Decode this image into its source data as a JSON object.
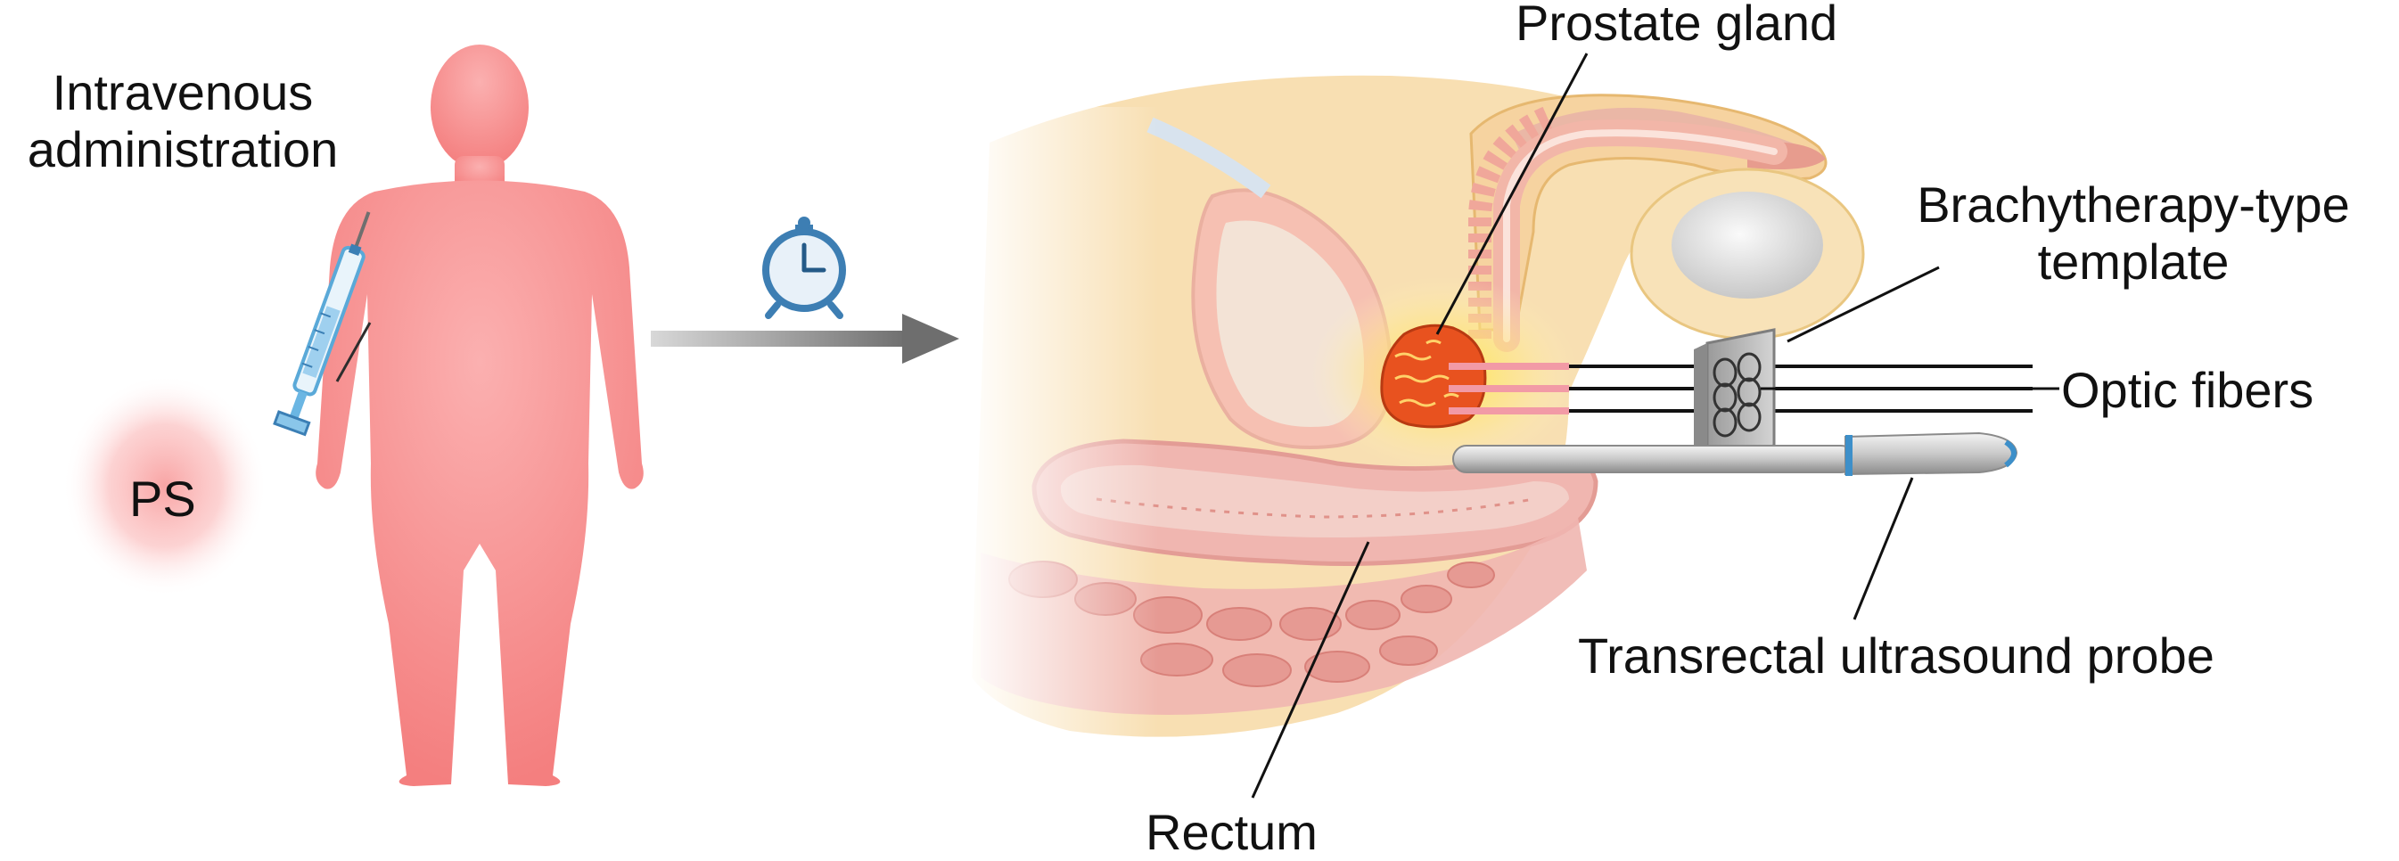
{
  "labels": {
    "intravenous_line1": "Intravenous",
    "intravenous_line2": "administration",
    "ps": "PS",
    "prostate_gland": "Prostate gland",
    "template_line1": "Brachytherapy-type",
    "template_line2": "template",
    "optic_fibers": "Optic fibers",
    "ultrasound_probe": "Transrectal ultrasound probe",
    "rectum": "Rectum"
  },
  "icons": {
    "clock": "alarm-clock-icon",
    "arrow": "right-arrow-icon",
    "syringe": "syringe-icon"
  },
  "colors": {
    "body": "#f78b8b",
    "prostate": "#e8521f",
    "tissue": "#f6d9a8",
    "clock": "#3d7eb3",
    "arrow": "#7a7a7a"
  }
}
